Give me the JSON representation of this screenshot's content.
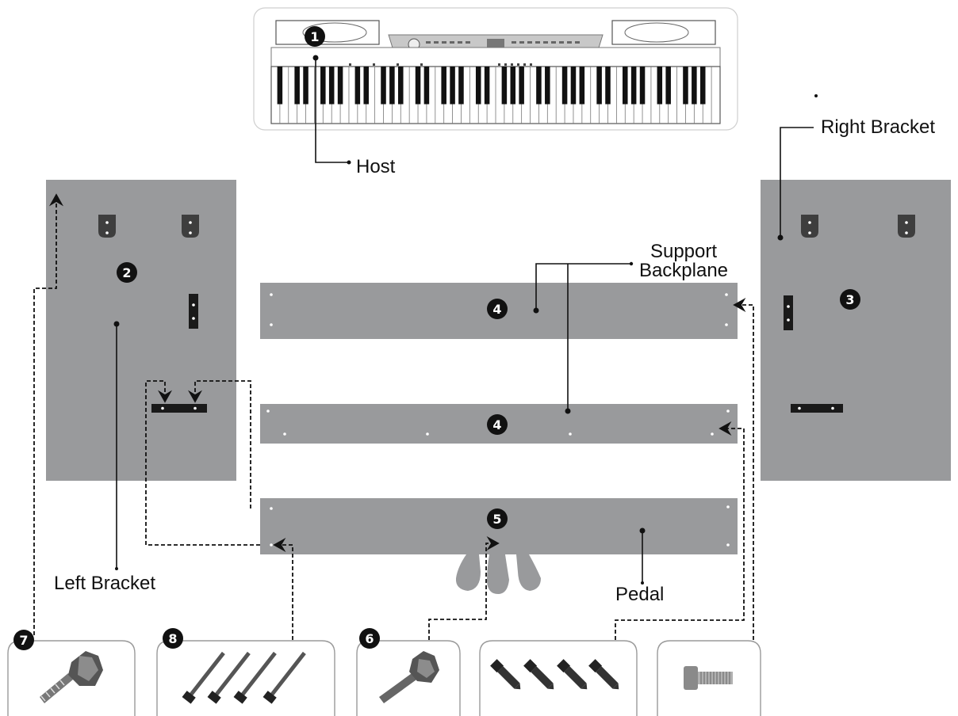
{
  "labels": {
    "host": "Host",
    "right_bracket": "Right Bracket",
    "support_backplane_line1": "Support",
    "support_backplane_line2": "Backplane",
    "left_bracket": "Left Bracket",
    "pedal": "Pedal"
  },
  "part_numbers": {
    "host": "1",
    "left_bracket": "2",
    "right_bracket": "3",
    "backplane_top": "4",
    "backplane_middle": "4",
    "pedal_board": "5",
    "hardware_6": "6",
    "hardware_7": "7",
    "hardware_8": "8"
  },
  "colors": {
    "panel_gray": "#999a9c",
    "bracket_dark": "#1a1a1a",
    "badge": "#111111",
    "outline": "#9a9a9a"
  },
  "hardware_icons": [
    "knob-bolt-icon",
    "long-screws-icon",
    "short-knob-bolt-icon",
    "machine-screws-icon",
    "hex-screw-icon"
  ]
}
